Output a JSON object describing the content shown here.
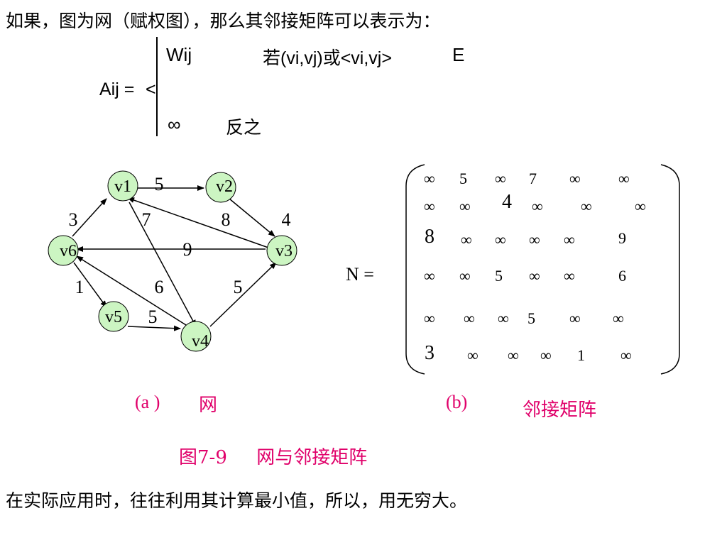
{
  "intro": "如果，图为网（赋权图），那么其邻接矩阵可以表示为：",
  "formula": {
    "lhs": "Aij =",
    "brace": "<",
    "case1_value": "Wij",
    "case1_cond": "若(vi,vj)或<vi,vj>",
    "case1_set": "E",
    "case2_value": "∞",
    "case2_cond": "反之"
  },
  "graph": {
    "nodes": [
      "v1",
      "v2",
      "v3",
      "v4",
      "v5",
      "v6"
    ],
    "edges": [
      {
        "from": "v1",
        "to": "v2",
        "weight": "5"
      },
      {
        "from": "v1",
        "to": "v4",
        "weight": "7"
      },
      {
        "from": "v2",
        "to": "v3",
        "weight": "4"
      },
      {
        "from": "v3",
        "to": "v1",
        "weight": "8"
      },
      {
        "from": "v3",
        "to": "v6",
        "weight": "9"
      },
      {
        "from": "v4",
        "to": "v3",
        "weight": "5"
      },
      {
        "from": "v4",
        "to": "v6",
        "weight": "6"
      },
      {
        "from": "v5",
        "to": "v4",
        "weight": "5"
      },
      {
        "from": "v6",
        "to": "v1",
        "weight": "3"
      },
      {
        "from": "v6",
        "to": "v5",
        "weight": "1"
      }
    ]
  },
  "matrix": {
    "label": "N  =",
    "rows": [
      [
        "∞",
        "5",
        "∞",
        "7",
        "∞",
        "∞"
      ],
      [
        "∞",
        "∞",
        "4",
        "∞",
        "∞",
        "∞"
      ],
      [
        "8",
        "∞",
        "∞",
        "∞",
        "∞",
        "9"
      ],
      [
        "∞",
        "∞",
        "5",
        "∞",
        "∞",
        "6"
      ],
      [
        "∞",
        "∞",
        "∞",
        "5",
        "∞",
        "∞"
      ],
      [
        "3",
        "∞",
        "∞",
        "∞",
        "1",
        "∞"
      ]
    ]
  },
  "captions": {
    "a_label": "(a )",
    "a_text": "网",
    "b_label": "(b)",
    "b_text": "邻接矩阵",
    "figure": "图7-9     网与邻接矩阵"
  },
  "footer": "在实际应用时，往往利用其计算最小值，所以，用无穷大。",
  "colors": {
    "node_fill": "#ccf5c2",
    "caption": "#e0006a"
  }
}
